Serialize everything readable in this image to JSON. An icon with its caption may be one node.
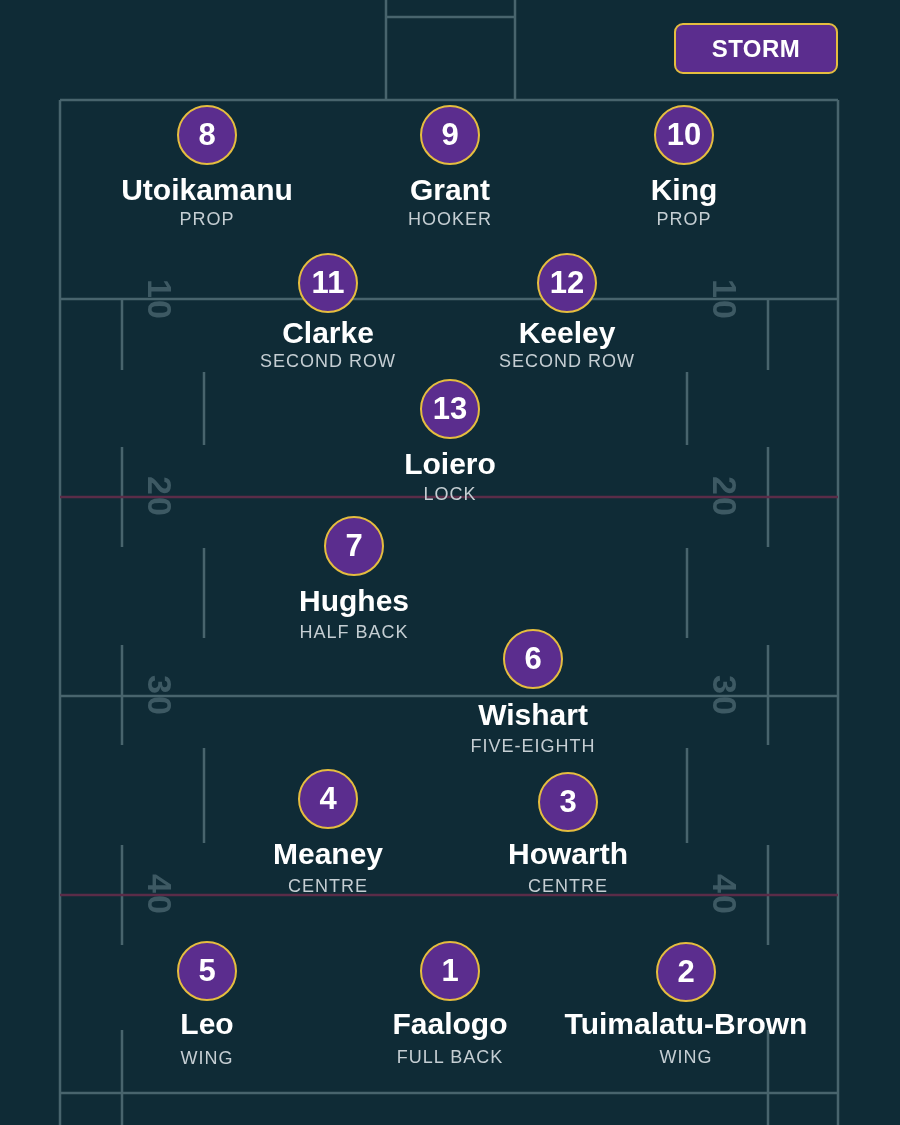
{
  "diagram": {
    "nodes": [
      {
        "text": [
          "STORM"
        ]
      },
      {
        "text": [
          "8"
        ],
        "beside": [
          "Utoikamanu",
          "PROP"
        ]
      },
      {
        "text": [
          "9"
        ],
        "beside": [
          "Grant",
          "HOOKER"
        ]
      },
      {
        "text": [
          "10"
        ],
        "beside": [
          "King",
          "PROP"
        ]
      },
      {
        "text": [
          "11"
        ],
        "beside": [
          "Clarke",
          "SECOND ROW"
        ]
      },
      {
        "text": [
          "12"
        ],
        "beside": [
          "Keeley",
          "SECOND ROW"
        ]
      },
      {
        "text": [
          "13"
        ],
        "beside": [
          "Loiero",
          "LOCK"
        ]
      },
      {
        "text": [
          "7"
        ],
        "beside": [
          "Hughes",
          "HALF BACK"
        ]
      },
      {
        "text": [
          "6"
        ],
        "beside": [
          "Wishart",
          "FIVE-EIGHTH"
        ]
      },
      {
        "text": [
          "4"
        ],
        "beside": [
          "Meaney",
          "CENTRE"
        ]
      },
      {
        "text": [
          "3"
        ],
        "beside": [
          "Howarth",
          "CENTRE"
        ]
      },
      {
        "text": [
          "5"
        ],
        "beside": [
          "Leo",
          "WING"
        ]
      },
      {
        "text": [
          "1"
        ],
        "beside": [
          "Faalogo",
          "FULL BACK"
        ]
      },
      {
        "text": [
          "2"
        ],
        "beside": [
          "Tuimalatu-Brown",
          "WING"
        ]
      }
    ],
    "labels": [
      "10",
      "10",
      "20",
      "20",
      "30",
      "30",
      "40",
      "40"
    ]
  }
}
